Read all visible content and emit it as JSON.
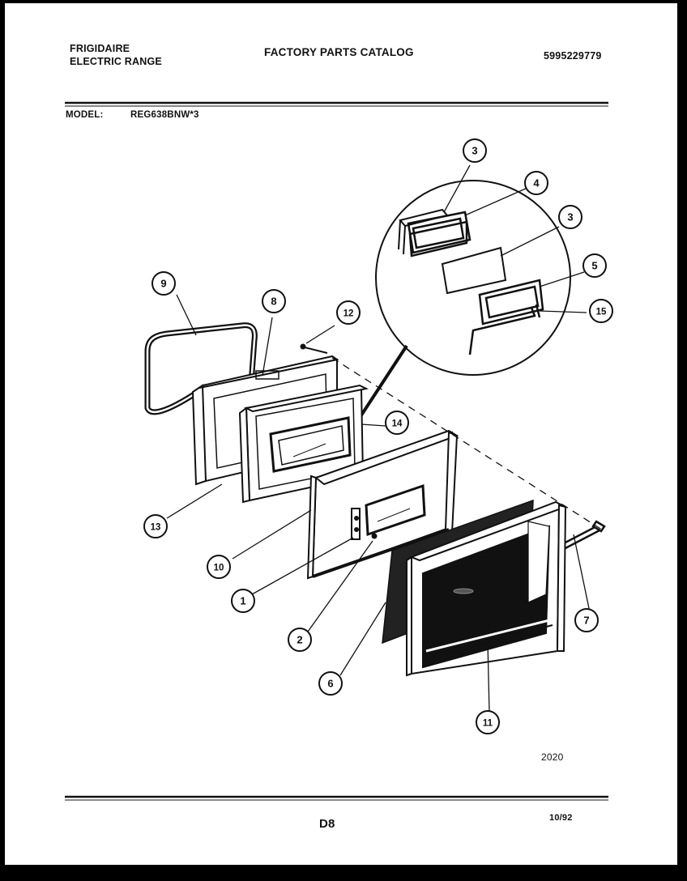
{
  "header": {
    "brand_line1": "FRIGIDAIRE",
    "brand_line2": "ELECTRIC RANGE",
    "catalog_title": "FACTORY PARTS CATALOG",
    "catalog_number": "5995229779"
  },
  "model": {
    "label": "MODEL:",
    "value": "REG638BNW*3"
  },
  "callouts": [
    {
      "id": "c3a",
      "number": "3"
    },
    {
      "id": "c4",
      "number": "4"
    },
    {
      "id": "c3b",
      "number": "3"
    },
    {
      "id": "c5",
      "number": "5"
    },
    {
      "id": "c15",
      "number": "15"
    },
    {
      "id": "c9",
      "number": "9"
    },
    {
      "id": "c8",
      "number": "8"
    },
    {
      "id": "c12",
      "number": "12"
    },
    {
      "id": "c14",
      "number": "14"
    },
    {
      "id": "c13",
      "number": "13"
    },
    {
      "id": "c10",
      "number": "10"
    },
    {
      "id": "c1",
      "number": "1"
    },
    {
      "id": "c2",
      "number": "2"
    },
    {
      "id": "c6",
      "number": "6"
    },
    {
      "id": "c7",
      "number": "7"
    },
    {
      "id": "c11",
      "number": "11"
    }
  ],
  "footer": {
    "drawing_number": "2020",
    "page_code": "D8",
    "date": "10/92"
  },
  "colors": {
    "ink": "#111111",
    "paper": "#ffffff",
    "border": "#000000"
  }
}
